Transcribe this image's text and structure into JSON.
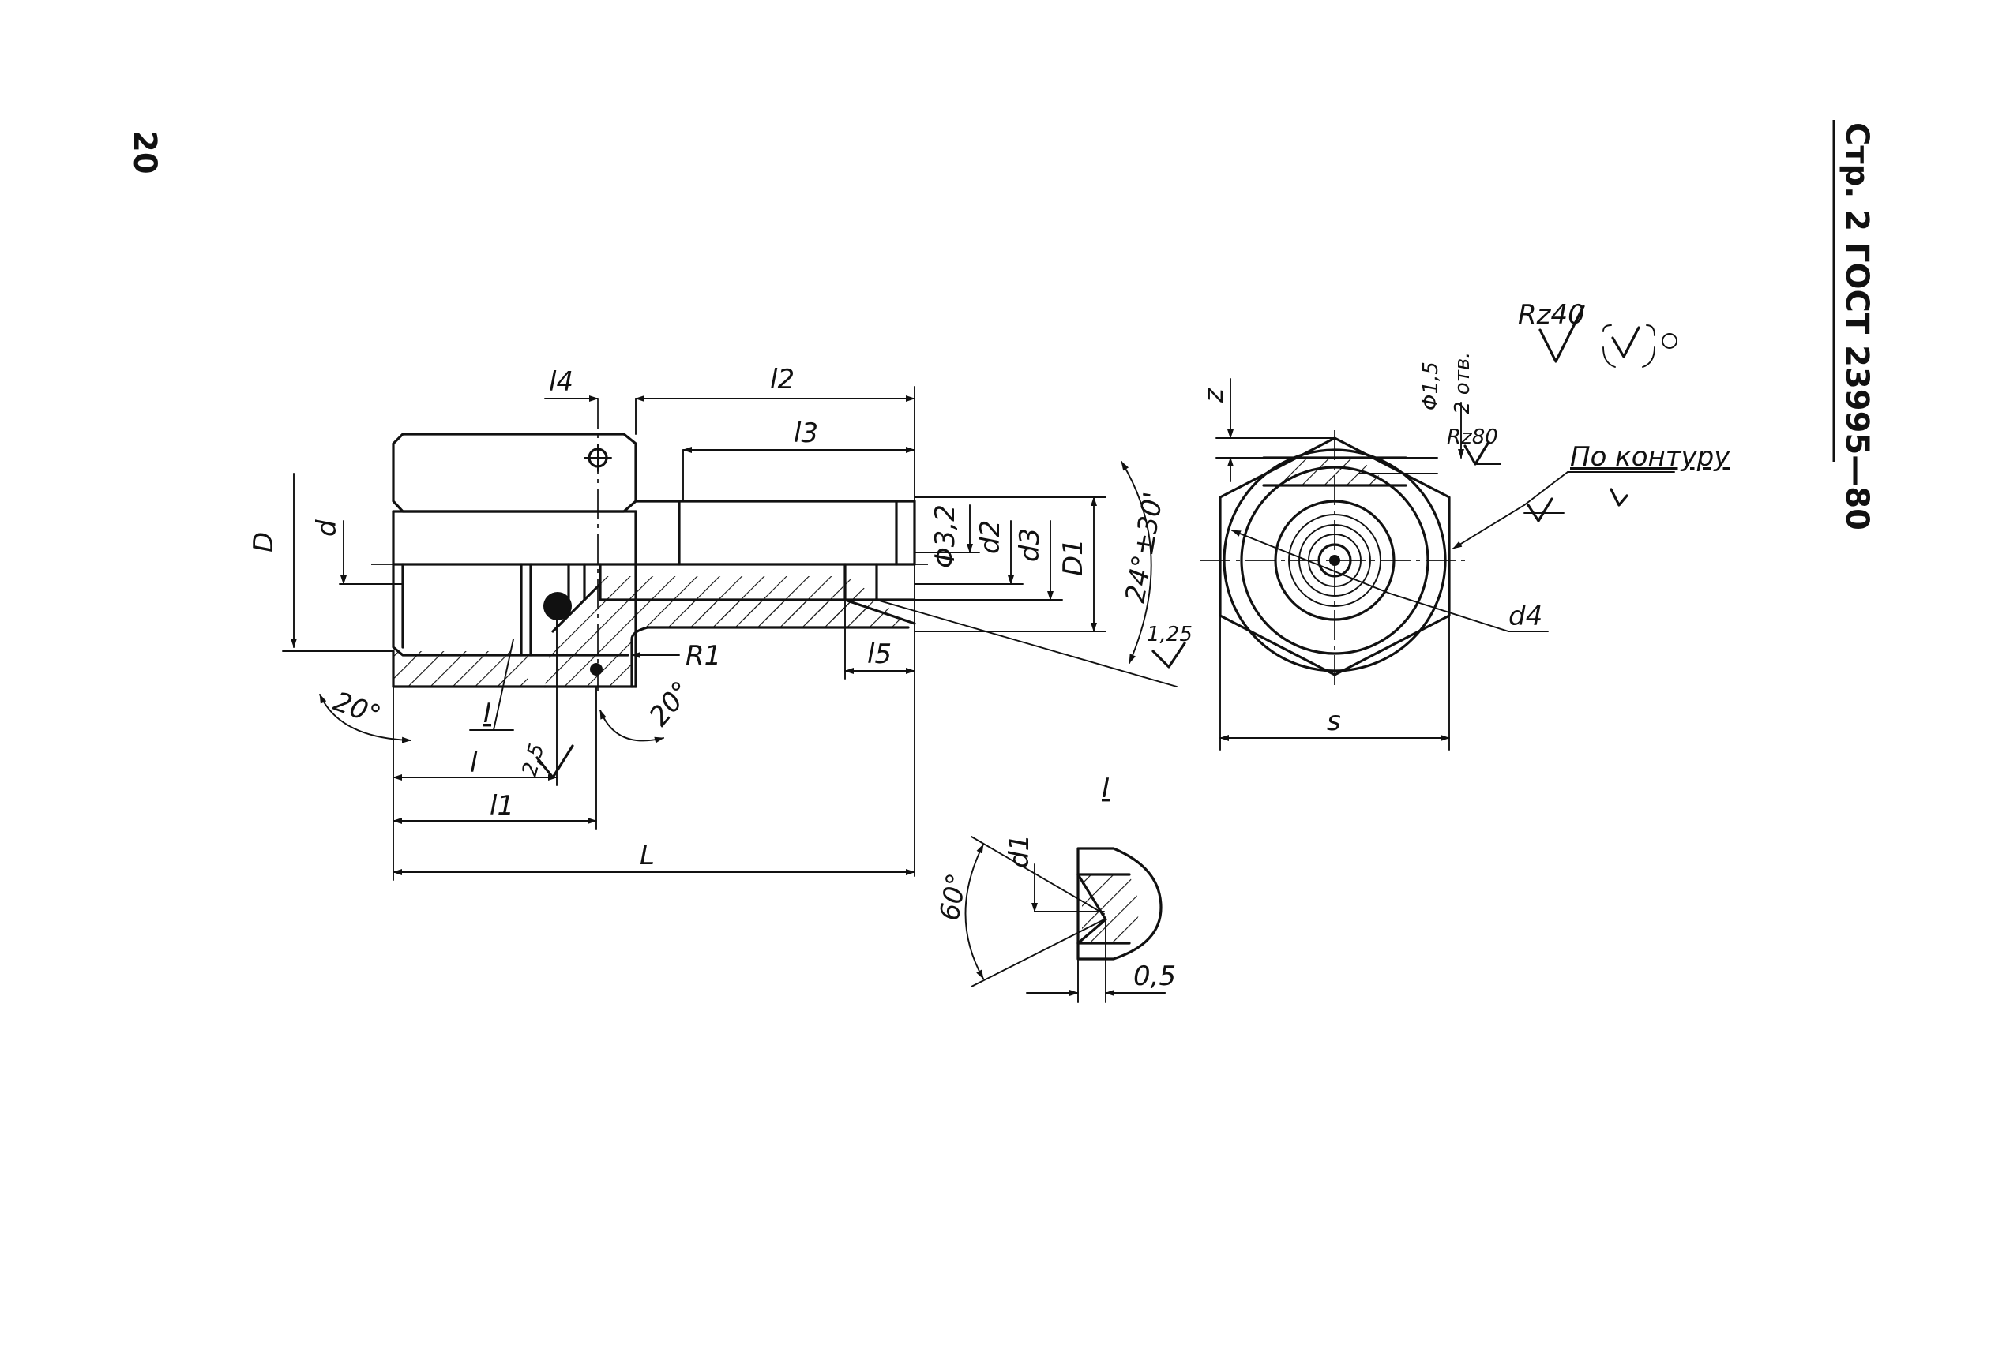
{
  "page_number": "20",
  "header": {
    "label": "Стр. 2 ГОСТ 23995—80"
  },
  "surface_finish": {
    "general": "Rz40",
    "po_konturu": "По контуру",
    "rz80": "Rz80"
  },
  "section": {
    "mark": "I"
  },
  "dimensions": {
    "l4": "l4",
    "l2": "l2",
    "l3": "l3",
    "D": "D",
    "d": "d",
    "phi32": "Φ3,2",
    "d2": "d2",
    "d3": "d3",
    "D1": "D1",
    "angle_24": "24°±30'",
    "r125": "1,25",
    "R1": "R1",
    "l5": "l5",
    "angle20_left": "20°",
    "angle20_right": "20°",
    "r25": "2,5",
    "l": "l",
    "l1": "l1",
    "L": "L"
  },
  "end_view": {
    "z": "z",
    "phi15": "Φ1,5",
    "holes": "2 отв.",
    "d4": "d4",
    "s": "s"
  },
  "detail": {
    "d1": "d1",
    "angle60": "60°",
    "dim05": "0,5"
  }
}
